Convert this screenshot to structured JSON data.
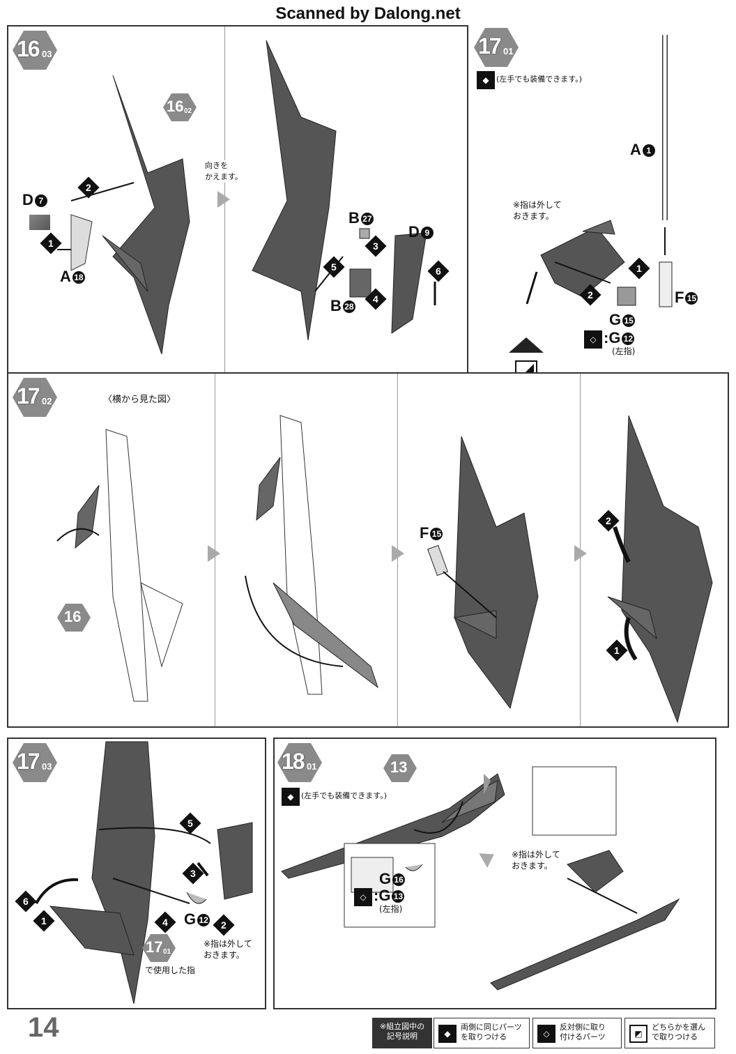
{
  "header": {
    "title": "Scanned by Dalong.net"
  },
  "page_number": "14",
  "panels": {
    "p16_03": {
      "step": "16",
      "sub": "03",
      "ref_step": "16",
      "ref_sub": "02",
      "turn_note": "向きを\nかえます。",
      "labels": {
        "d7": "D",
        "d7n": "7",
        "a18": "A",
        "a18n": "18",
        "b27": "B",
        "b27n": "27",
        "b28": "B",
        "b28n": "28",
        "d9": "D",
        "d9n": "9"
      },
      "step_nums": [
        "1",
        "2",
        "3",
        "4",
        "5",
        "6"
      ]
    },
    "p17_01": {
      "step": "17",
      "sub": "01",
      "either_hand_note": "(左手でも装備できます。)",
      "finger_note": "※指は外して\nおきます。",
      "labels": {
        "a1": "A",
        "a1n": "1",
        "f15": "F",
        "f15n": "15",
        "g15": "G",
        "g15n": "15",
        "g12": ":G",
        "g12n": "12"
      },
      "left_finger": "(左指)",
      "step_nums": [
        "1",
        "2"
      ]
    },
    "p17_02": {
      "step": "17",
      "sub": "02",
      "side_view_note": "〈横から見た図〉",
      "ref_step": "16",
      "labels": {
        "f15": "F",
        "f15n": "15"
      },
      "step_nums": [
        "1",
        "2"
      ]
    },
    "p17_03": {
      "step": "17",
      "sub": "03",
      "labels": {
        "g12": "G",
        "g12n": "12"
      },
      "finger_note": "※指は外して\nおきます。",
      "ref_step": "17",
      "ref_sub": "01",
      "used_finger_note": "で使用した指",
      "step_nums": [
        "1",
        "2",
        "3",
        "4",
        "5",
        "6"
      ]
    },
    "p18_01": {
      "step": "18",
      "sub": "01",
      "either_hand_note": "(左手でも装備できます。)",
      "ref_part": "13",
      "labels": {
        "g16": "G",
        "g16n": "16",
        "g13": ":G",
        "g13n": "13"
      },
      "left_finger": "(左指)",
      "finger_note": "※指は外して\nおきます。"
    }
  },
  "footer": {
    "legend_title": "※組立図中の\n記号説明",
    "items": [
      {
        "icon": "same-parts-both-sides-icon",
        "text": "両側に同じパーツ\nを取りつける"
      },
      {
        "icon": "opposite-side-parts-icon",
        "text": "反対側に取り\n付けるパーツ"
      },
      {
        "icon": "choose-either-icon",
        "text": "どちらかを選ん\nで取りつける"
      }
    ]
  },
  "colors": {
    "part_dark": "#555555",
    "hex_gray": "#8a8a8a",
    "arrow_gray": "#aaaaaa"
  }
}
